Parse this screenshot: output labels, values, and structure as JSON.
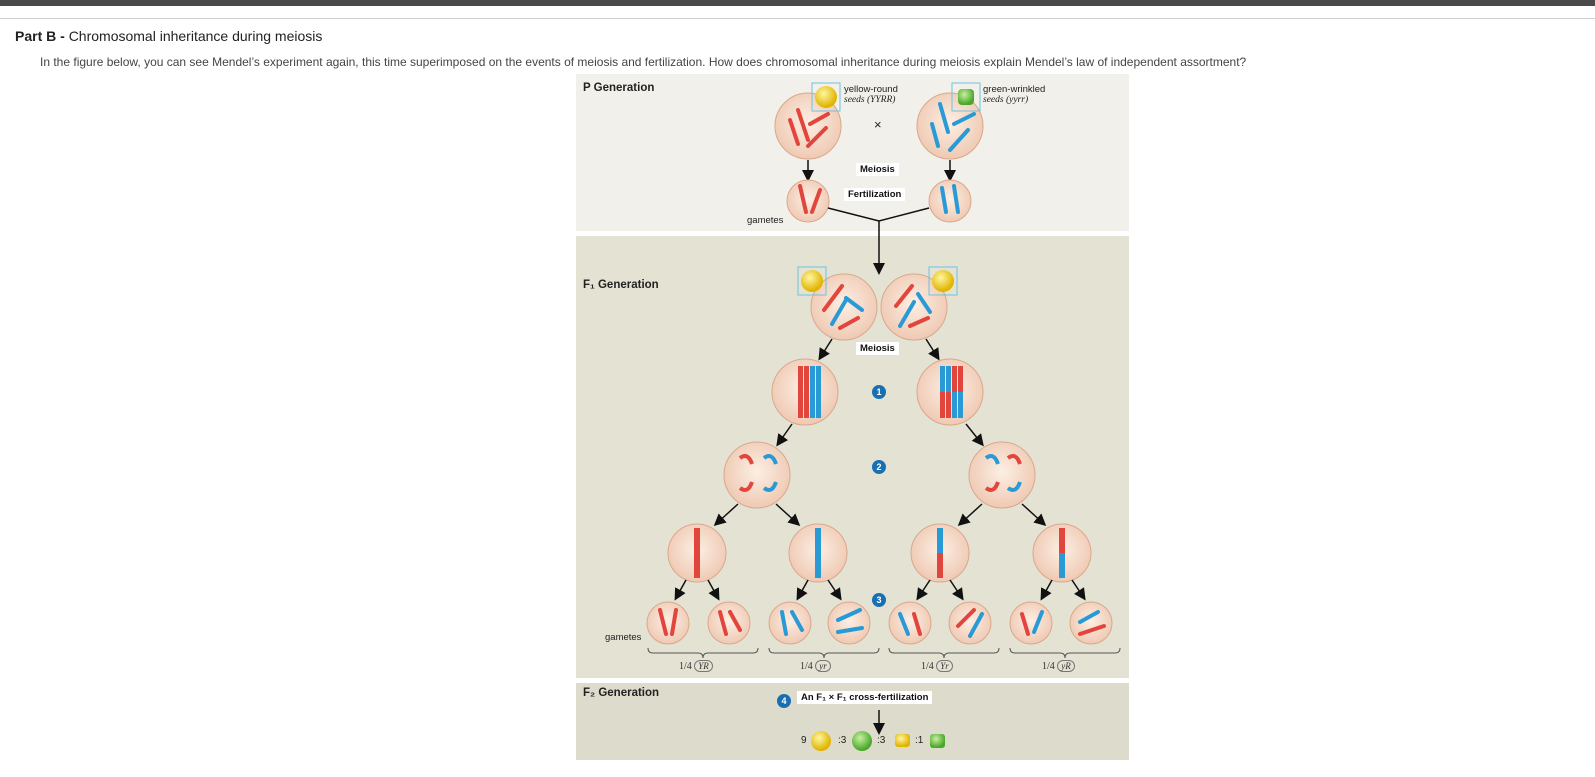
{
  "header": {
    "part_label": "Part B -",
    "part_title": "Chromosomal inheritance during meiosis",
    "prompt": "In the figure below, you can see Mendel’s experiment again, this time superimposed on the events of meiosis and fertilization. How does chromosomal inheritance during meiosis explain Mendel’s law of independent assortment?"
  },
  "figure": {
    "p_generation": "P Generation",
    "f1_generation": "F₁ Generation",
    "f2_generation": "F₂ Generation",
    "yellow_round": "yellow-round",
    "seeds_yyrr_dom": "seeds (YYRR)",
    "green_wrinkled": "green-wrinkled",
    "seeds_yyrr_rec": "seeds (yyrr)",
    "cross": "×",
    "meiosis": "Meiosis",
    "fertilization": "Fertilization",
    "gametes": "gametes",
    "step1": "1",
    "step2": "2",
    "step3": "3",
    "step4": "4",
    "cross_fert": "An F₁ × F₁ cross-fertilization",
    "fractions": [
      {
        "num": "1/4",
        "geno": "YR"
      },
      {
        "num": "1/4",
        "geno": "yr"
      },
      {
        "num": "1/4",
        "geno": "Yr"
      },
      {
        "num": "1/4",
        "geno": "yR"
      }
    ],
    "ratio": {
      "a": "9",
      "b": ":3",
      "c": ":3",
      "d": ":1"
    },
    "colors": {
      "panel_p": "#f2f0ea",
      "panel_f1": "#e4e2d3",
      "panel_f2": "#dddbcc",
      "red": "#e2453c",
      "blue": "#2a9ad6",
      "cell": "#f6ddcc",
      "step": "#1a6fb3"
    }
  }
}
